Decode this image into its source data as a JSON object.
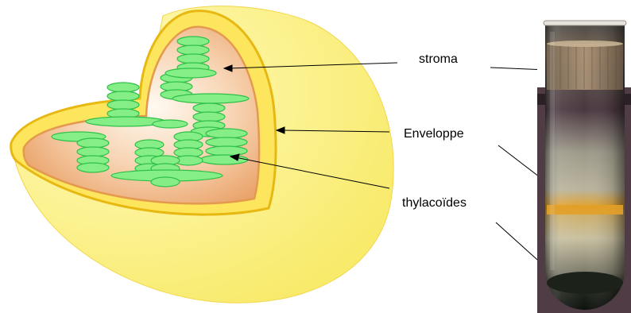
{
  "labels": {
    "stroma": "stroma",
    "enveloppe": "Enveloppe",
    "thylacoides": "thylacoïdes"
  },
  "colors": {
    "envelope_outer": "#fff9a6",
    "envelope_edge": "#f0c419",
    "stroma": "#f3b882",
    "thylakoid": "#7fea7f",
    "thylakoid_edge": "#2fc04a",
    "tube_band": "#e0a030",
    "tube_pellet": "#1c221a"
  }
}
